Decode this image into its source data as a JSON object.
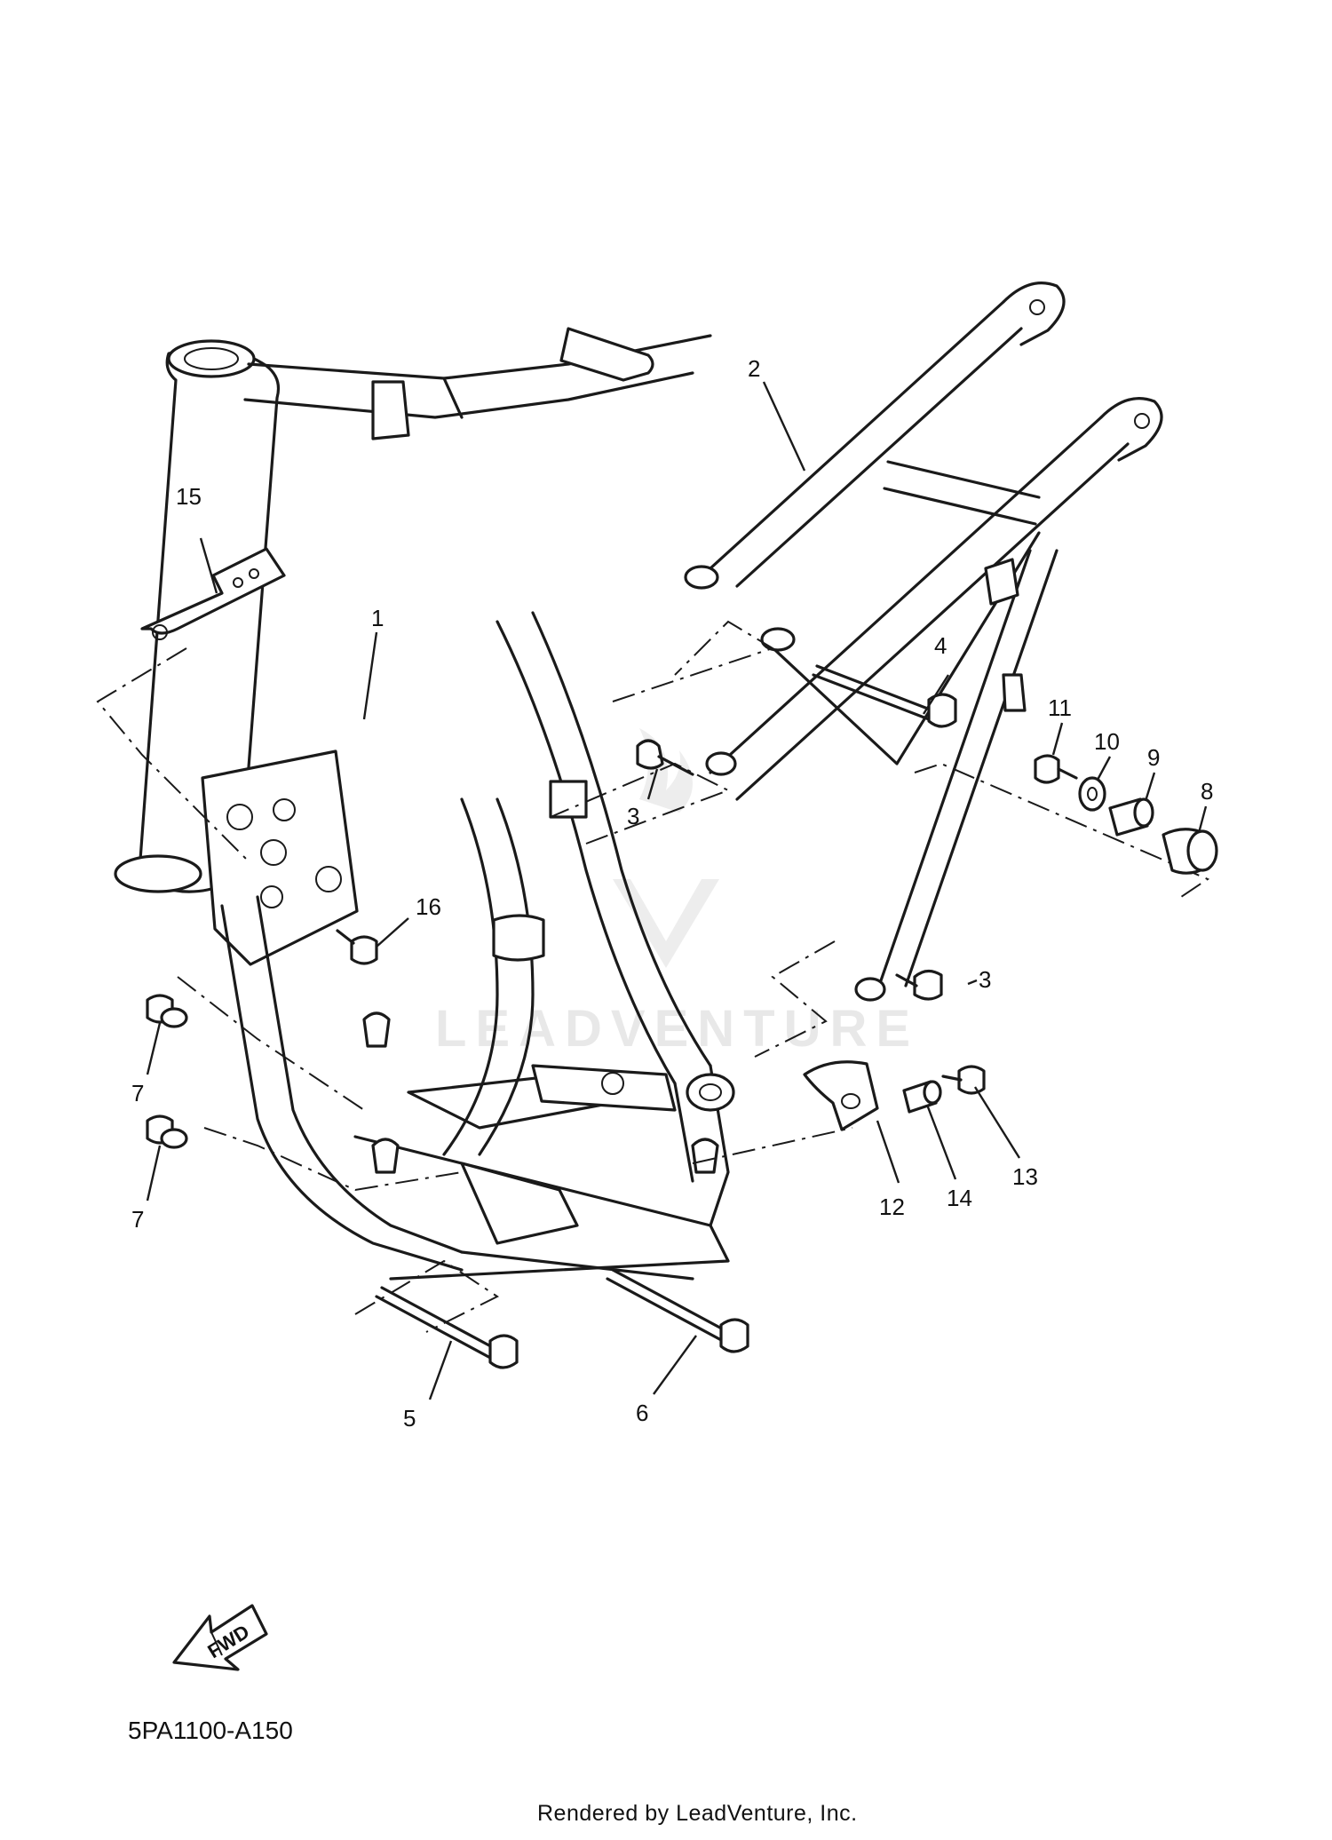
{
  "diagram_code": "5PA1100-A150",
  "footer": "Rendered by LeadVenture, Inc.",
  "watermark": "LEADVENTURE",
  "fwd_label": "FWD",
  "callouts": [
    "1",
    "2",
    "3",
    "3",
    "4",
    "5",
    "6",
    "7",
    "7",
    "8",
    "9",
    "10",
    "11",
    "12",
    "13",
    "14",
    "15",
    "16"
  ]
}
